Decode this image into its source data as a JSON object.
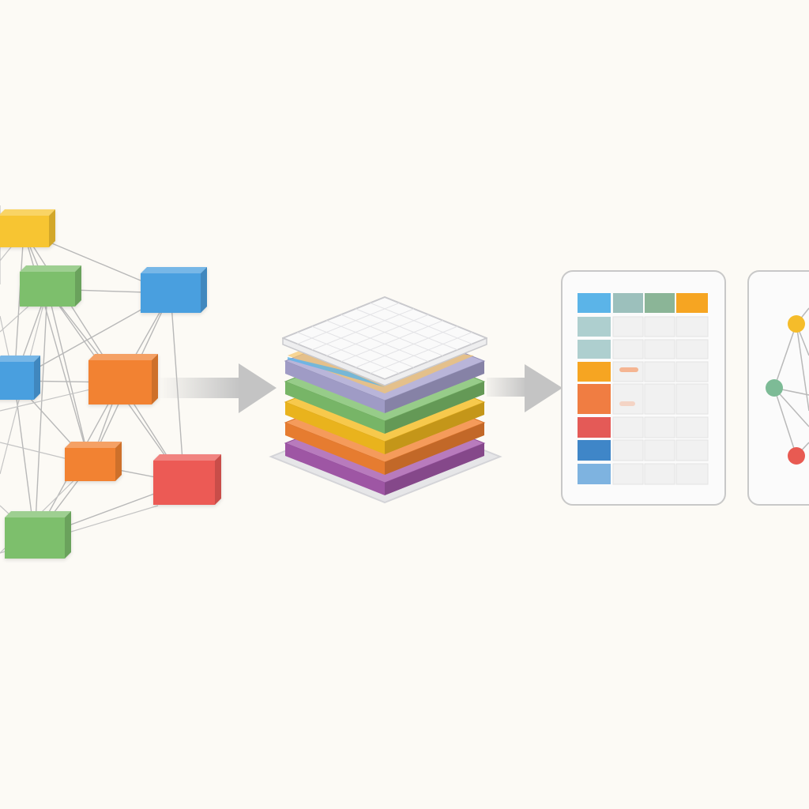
{
  "background": "#fcfaf5",
  "graph": {
    "nodes": [
      {
        "id": "n-yellow",
        "color": "yellow"
      },
      {
        "id": "n-green-1",
        "color": "green"
      },
      {
        "id": "n-blue-1",
        "color": "blue"
      },
      {
        "id": "n-blue-2",
        "color": "blue"
      },
      {
        "id": "n-orange-1",
        "color": "orange"
      },
      {
        "id": "n-orange-2",
        "color": "orange"
      },
      {
        "id": "n-red",
        "color": "red"
      },
      {
        "id": "n-green-2",
        "color": "green"
      }
    ],
    "node_palette": {
      "yellow": "#f7c531",
      "green": "#7dbf6c",
      "blue": "#4a9fdf",
      "orange": "#f28232",
      "red": "#ec5a55"
    }
  },
  "stack": {
    "layer_colors": [
      "#a7a3cf",
      "#7dbf6c",
      "#f5bc1f",
      "#f28232",
      "#a65aad"
    ],
    "top_sheet": "grid"
  },
  "table_panel": {
    "header_colors": [
      "#5bb4e8",
      "#9cc0bc",
      "#8bb597",
      "#f6a522"
    ],
    "row_colors": [
      "#aecfcf",
      "#aecfcf",
      "#f6a522",
      "#f07d42",
      "#e45a57",
      "#3f86c8",
      "#7eb3e0"
    ]
  },
  "graph_panel": {
    "node_colors": [
      "#f5bc2a",
      "#7dbb96",
      "#e85a52"
    ]
  },
  "arrows": {
    "color": "#c4c4c4"
  }
}
